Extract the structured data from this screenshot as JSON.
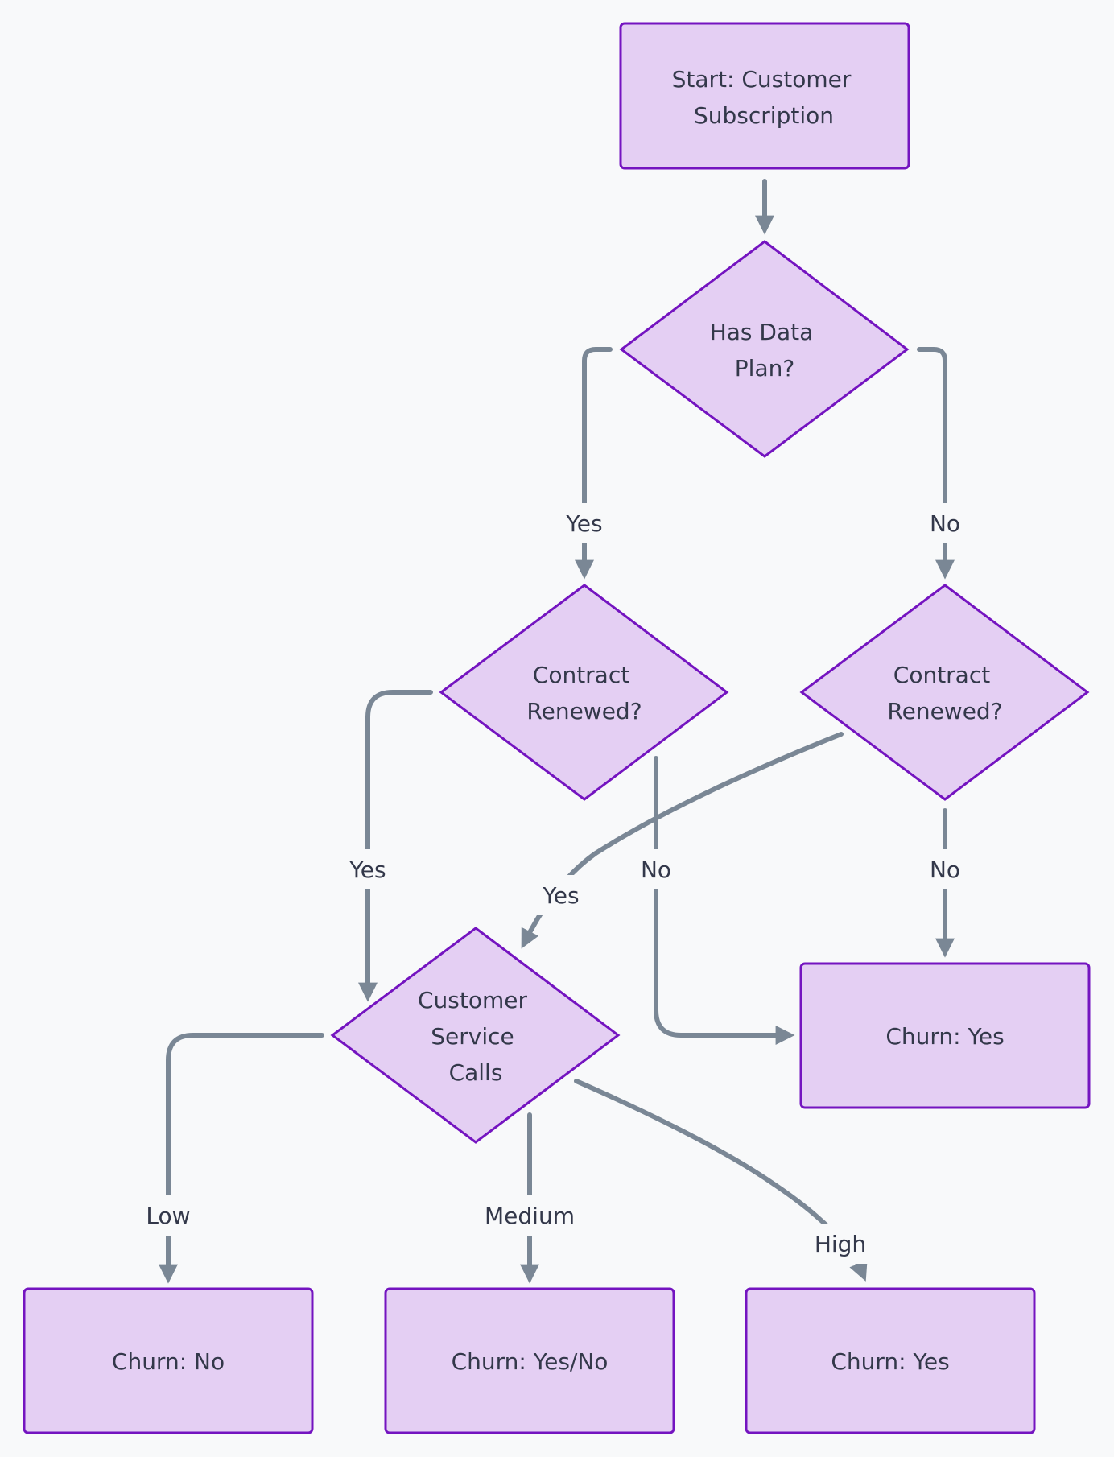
{
  "nodes": {
    "start": [
      "Start: Customer",
      "Subscription"
    ],
    "has_data_plan": [
      "Has Data",
      "Plan?"
    ],
    "contract_left": [
      "Contract",
      "Renewed?"
    ],
    "contract_right": [
      "Contract",
      "Renewed?"
    ],
    "calls": [
      "Customer",
      "Service",
      "Calls"
    ],
    "churn_yes_right": [
      "Churn: Yes"
    ],
    "churn_no": [
      "Churn: No"
    ],
    "churn_yes_no": [
      "Churn: Yes/No"
    ],
    "churn_yes_bottom": [
      "Churn: Yes"
    ]
  },
  "edges": {
    "data_yes": "Yes",
    "data_no": "No",
    "left_yes": "Yes",
    "left_no": "No",
    "right_yes": "Yes",
    "right_no": "No",
    "calls_low": "Low",
    "calls_medium": "Medium",
    "calls_high": "High"
  },
  "colors": {
    "node_fill": "#e4cff3",
    "node_stroke": "#7414c0",
    "edge": "#7a8795",
    "text": "#33384a",
    "background": "#f8f9fa"
  }
}
